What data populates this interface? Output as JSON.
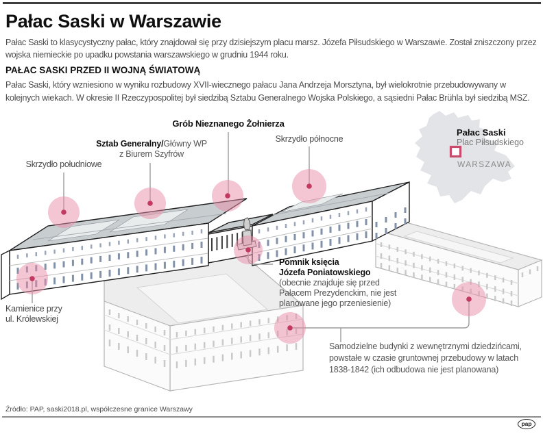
{
  "header": {
    "title": "Pałac Saski w Warszawie",
    "intro": "Pałac Saski to klasycystyczny pałac, który znajdował się przy dzisiejszym placu marsz. Józefa Piłsudskiego w Warszawie. Został zniszczony przez wojska niemieckie po upadku powstania warszawskiego w grudniu 1944 roku.",
    "section_heading": "PAŁAC SASKI PRZED II WOJNĄ ŚWIATOWĄ",
    "section_body": "Pałac Saski, który wzniesiono w wyniku rozbudowy XVII-wiecznego pałacu Jana Andrzeja Morsztyna, był wielokrotnie przebudowywany w kolejnych wiekach. W okresie II Rzeczypospolitej był siedzibą Sztabu Generalnego Wojska Polskiego, a sąsiedni Pałac Brühla był siedzibą MSZ."
  },
  "diagram": {
    "labels": {
      "tomb": "Grób Nieznanego Żołnierza",
      "staff_bold": "Sztab Generalny/",
      "staff_regular": "Główny WP",
      "staff_line2": "z Biurem Szyfrów",
      "north_wing": "Skrzydło północne",
      "south_wing": "Skrzydło południowe",
      "tenements": "Kamienice przy\nul. Królewskiej",
      "monument_bold": "Pomnik księcia\nJózefa Poniatowskiego",
      "monument_note": "(obecnie znajduje się przed\nPałacem Prezydenckim, nie jest\nplanowane jego przeniesienie)",
      "independent_buildings": "Samodzielne budynki z wewnętrznymi dziedzińcami,\npowstałe w czasie gruntownej przebudowy w latach\n1838-1842 (ich odbudowa nie jest planowana)"
    },
    "map": {
      "place_bold": "Pałac Saski",
      "place_sub": "Plac Piłsudskiego",
      "city": "WARSZAWA"
    },
    "colors": {
      "poi_fill": "#e98ca8",
      "poi_dot": "#c23a62",
      "map_marker": "#c84b6e",
      "roof": "#c8cdd0"
    }
  },
  "footer": {
    "source": "Źródło: PAP, saski2018.pl, współczesne granice Warszawy",
    "logo": "pap"
  }
}
